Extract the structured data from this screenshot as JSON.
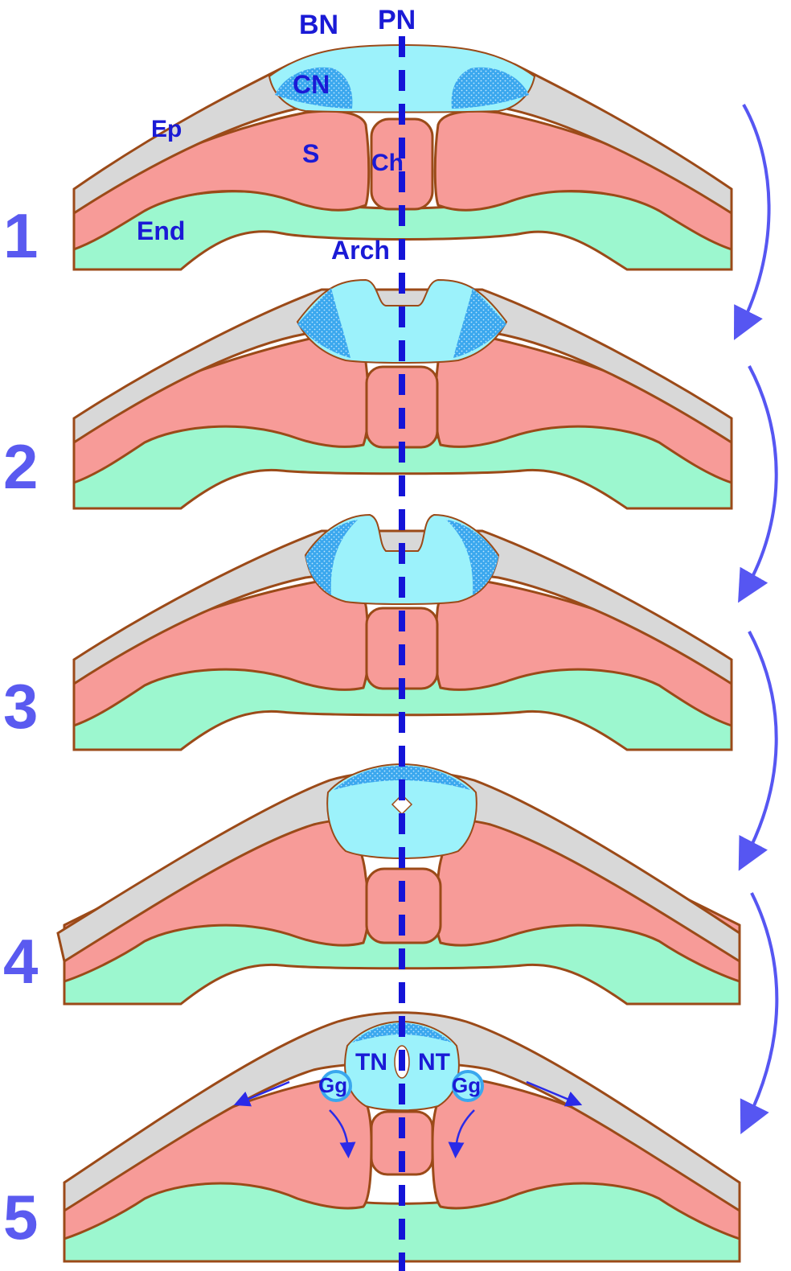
{
  "labels": {
    "bn": "BN",
    "pn": "PN",
    "cn": "CN",
    "ep": "Ep",
    "s": "S",
    "ch": "Ch",
    "end": "End",
    "arch": "Arch",
    "tn": "TN",
    "nt": "NT",
    "gg_left": "Gg",
    "gg_right": "Gg"
  },
  "stages": [
    {
      "number": "1"
    },
    {
      "number": "2"
    },
    {
      "number": "3"
    },
    {
      "number": "4"
    },
    {
      "number": "5"
    }
  ],
  "colors": {
    "ectoderm": "#d8d8d8",
    "mesoderm": "#f79b98",
    "endoderm": "#9cf7cf",
    "neural_plate": "#9cf2fb",
    "neural_crest": "#3aa7ee",
    "outline": "#9b4a18",
    "midline": "#1414d8",
    "arrow": "#5656f2"
  }
}
